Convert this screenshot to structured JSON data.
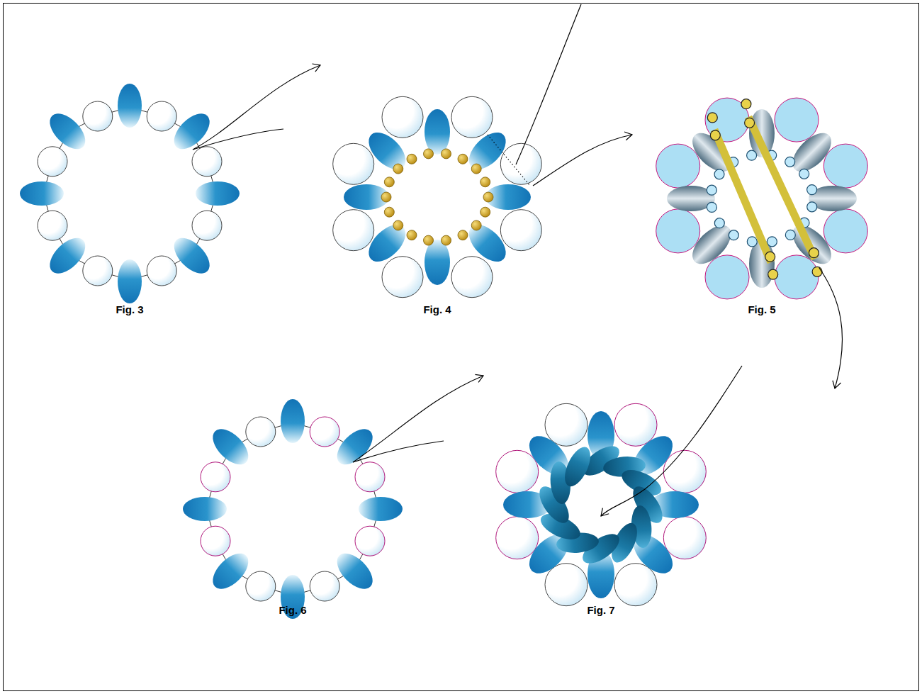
{
  "diagram": {
    "labels": [
      "Fig. 3",
      "Fig. 4",
      "Fig. 5",
      "Fig. 6",
      "Fig. 7"
    ]
  }
}
